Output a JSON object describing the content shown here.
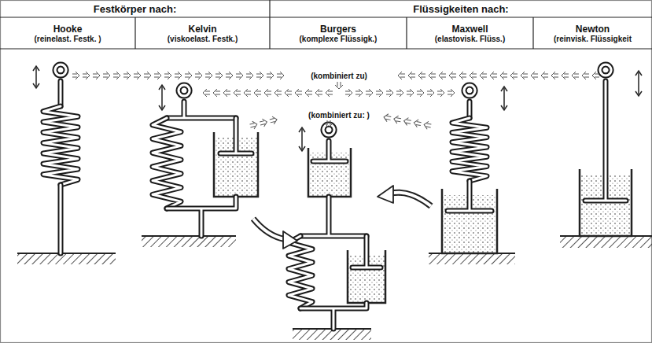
{
  "diagram": {
    "nodes": [
      {
        "text": [
          "Festkörper nach:"
        ]
      },
      {
        "text": [
          "Flüssigkeiten nach:"
        ]
      },
      {
        "text": [
          "Hooke",
          "(reinelast. Festk. )"
        ]
      },
      {
        "text": [
          "Kelvin",
          "(viskoelast. Festk.)"
        ]
      },
      {
        "text": [
          "Burgers",
          "(komplexe Flüssigk.)"
        ]
      },
      {
        "text": [
          "Maxwell",
          "(elastovisk. Flüss.)"
        ]
      },
      {
        "text": [
          "Newton",
          "(reinvisk. Flüssigkeit"
        ]
      }
    ],
    "labels": [
      "(kombiniert zu)",
      "(kombiniert zu: )"
    ]
  }
}
